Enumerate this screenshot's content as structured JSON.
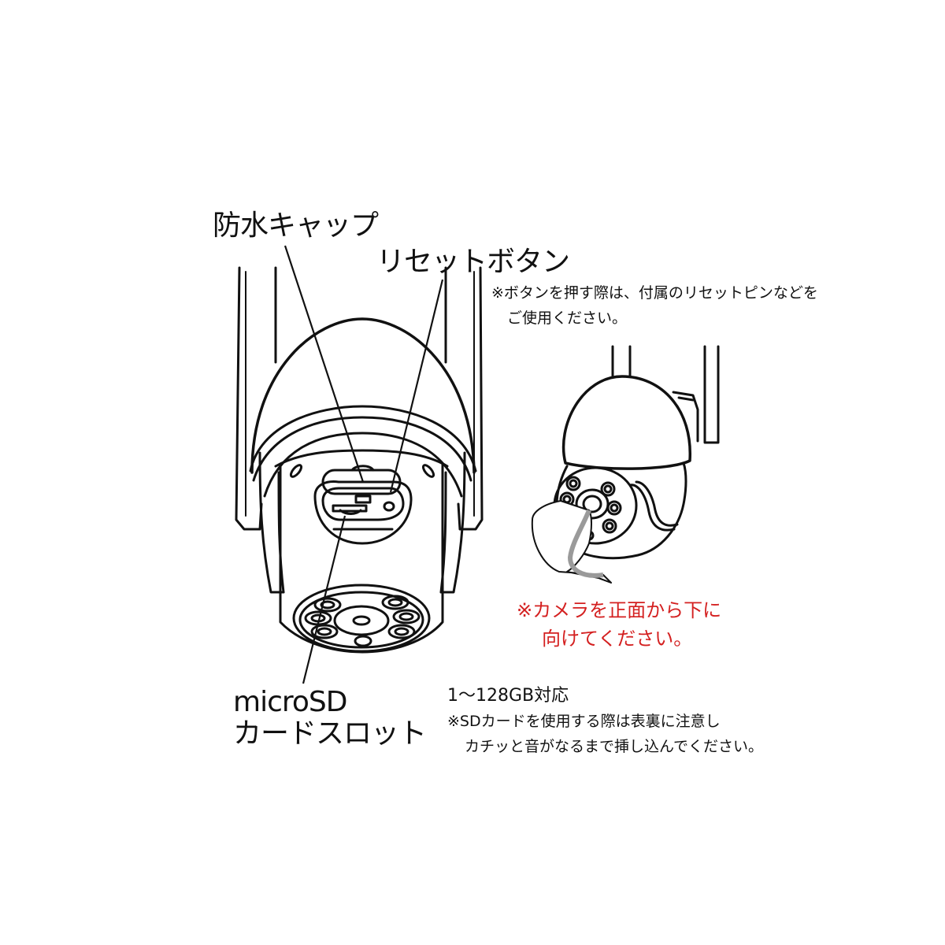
{
  "labels": {
    "waterproof_cap": "防水キャップ",
    "reset_button": "リセットボタン",
    "microsd_line1": "microSD",
    "microsd_line2": "カードスロット"
  },
  "notes": {
    "reset_note_line1": "※ボタンを押す際は、付属のリセットピンなどを",
    "reset_note_line2": "ご使用ください。",
    "orientation_line1": "※カメラを正面から下に",
    "orientation_line2": "向けてください。",
    "capacity": "1～128GB対応",
    "sd_note_line1": "※SDカードを使用する際は表裏に注意し",
    "sd_note_line2": "カチッと音がなるまで挿し込んでください。"
  },
  "colors": {
    "line": "#111111",
    "warning_text": "#d42020",
    "film_strip": "#9a9a9a",
    "background": "#ffffff"
  }
}
